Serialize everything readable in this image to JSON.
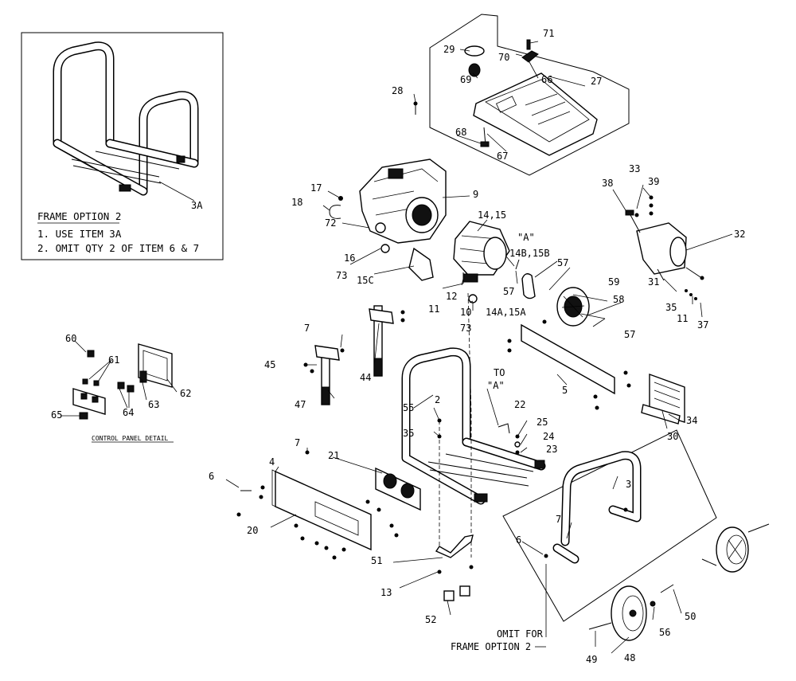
{
  "frame_option_box": {
    "title": "FRAME OPTION 2",
    "line1": "1. USE ITEM 3A",
    "line2": "2. OMIT QTY 2 OF ITEM 6 & 7",
    "part_label": "3A"
  },
  "control_panel_detail": {
    "caption": "CONTROL PANEL DETAIL",
    "labels": [
      "60",
      "61",
      "62",
      "63",
      "64",
      "65"
    ]
  },
  "omit_note": {
    "line1": "OMIT FOR",
    "line2": "FRAME OPTION 2"
  },
  "to_a_note": {
    "line1": "TO",
    "line2": "\"A\""
  },
  "a_marker": "\"A\"",
  "part_labels": {
    "p2": "2",
    "p3": "3",
    "p4": "4",
    "p5": "5",
    "p6a": "6",
    "p6b": "6",
    "p7a": "7",
    "p7b": "7",
    "p7c": "7",
    "p9": "9",
    "p10": "10",
    "p11a": "11",
    "p11b": "11",
    "p12": "12",
    "p13": "13",
    "p14_15": "14,15",
    "p14a_15a": "14A,15A",
    "p14b_15b": "14B,15B",
    "p15c": "15C",
    "p16": "16",
    "p17": "17",
    "p18": "18",
    "p20": "20",
    "p21": "21",
    "p22": "22",
    "p23": "23",
    "p24": "24",
    "p25": "25",
    "p27": "27",
    "p28": "28",
    "p29": "29",
    "p30": "30",
    "p31": "31",
    "p32": "32",
    "p33": "33",
    "p34": "34",
    "p35a": "35",
    "p35b": "35",
    "p37": "37",
    "p38": "38",
    "p39": "39",
    "p44": "44",
    "p45": "45",
    "p47": "47",
    "p48": "48",
    "p49": "49",
    "p50": "50",
    "p51": "51",
    "p52": "52",
    "p55": "55",
    "p56": "56",
    "p57a": "57",
    "p57b": "57",
    "p57c": "57",
    "p58": "58",
    "p59": "59",
    "p66": "66",
    "p67": "67",
    "p68": "68",
    "p69": "69",
    "p70": "70",
    "p71": "71",
    "p72": "72",
    "p73a": "73",
    "p73b": "73"
  }
}
